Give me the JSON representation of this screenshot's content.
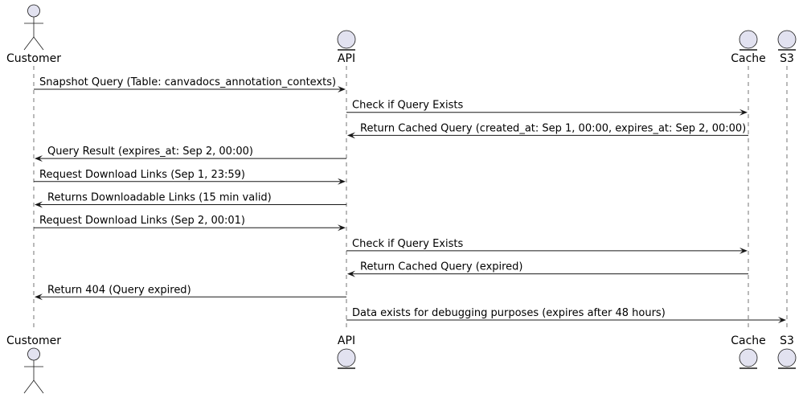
{
  "colors": {
    "participant_fill": "#E2E2F0",
    "line": "#181818",
    "text": "#000000",
    "background": "#FFFFFF"
  },
  "participants": [
    {
      "id": "customer",
      "label": "Customer",
      "kind": "actor",
      "icon": "stick-figure-icon"
    },
    {
      "id": "api",
      "label": "API",
      "kind": "entity",
      "icon": "entity-circle-icon"
    },
    {
      "id": "cache",
      "label": "Cache",
      "kind": "entity",
      "icon": "entity-circle-icon"
    },
    {
      "id": "s3",
      "label": "S3",
      "kind": "entity",
      "icon": "entity-circle-icon"
    }
  ],
  "messages": [
    {
      "from": "customer",
      "to": "api",
      "label": "Snapshot Query (Table: canvadocs_annotation_contexts)"
    },
    {
      "from": "api",
      "to": "cache",
      "label": "Check if Query Exists"
    },
    {
      "from": "cache",
      "to": "api",
      "label": "Return Cached Query (created_at: Sep 1, 00:00, expires_at: Sep 2, 00:00)"
    },
    {
      "from": "api",
      "to": "customer",
      "label": "Query Result (expires_at: Sep 2, 00:00)"
    },
    {
      "from": "customer",
      "to": "api",
      "label": "Request Download Links (Sep 1, 23:59)"
    },
    {
      "from": "api",
      "to": "customer",
      "label": "Returns Downloadable Links (15 min valid)"
    },
    {
      "from": "customer",
      "to": "api",
      "label": "Request Download Links (Sep 2, 00:01)"
    },
    {
      "from": "api",
      "to": "cache",
      "label": "Check if Query Exists"
    },
    {
      "from": "cache",
      "to": "api",
      "label": "Return Cached Query (expired)"
    },
    {
      "from": "api",
      "to": "customer",
      "label": "Return 404 (Query expired)"
    },
    {
      "from": "api",
      "to": "s3",
      "label": "Data exists for debugging purposes (expires after 48 hours)"
    }
  ]
}
